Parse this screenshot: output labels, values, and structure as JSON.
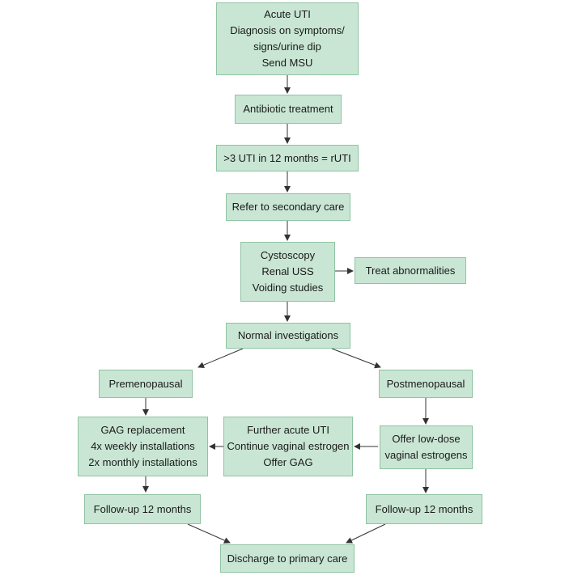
{
  "colors": {
    "box_fill": "#c9e6d4",
    "box_border": "#8fc3a2",
    "arrow": "#333333"
  },
  "nodes": {
    "acute_uti": {
      "lines": [
        "Acute UTI",
        "Diagnosis on symptoms/",
        "signs/urine dip",
        "Send MSU"
      ]
    },
    "antibiotic": {
      "lines": [
        "Antibiotic treatment"
      ]
    },
    "rUTI": {
      "lines": [
        ">3 UTI in 12 months = rUTI"
      ]
    },
    "refer": {
      "lines": [
        "Refer to secondary care"
      ]
    },
    "investigations": {
      "lines": [
        "Cystoscopy",
        "Renal USS",
        "Voiding studies"
      ]
    },
    "treat": {
      "lines": [
        "Treat abnormalities"
      ]
    },
    "normal": {
      "lines": [
        "Normal investigations"
      ]
    },
    "premenopausal": {
      "lines": [
        "Premenopausal"
      ]
    },
    "postmenopausal": {
      "lines": [
        "Postmenopausal"
      ]
    },
    "gag": {
      "lines": [
        "GAG replacement",
        "4x weekly installations",
        "2x monthly installations"
      ]
    },
    "further": {
      "lines": [
        "Further acute UTI",
        "Continue vaginal estrogen",
        "Offer GAG"
      ]
    },
    "estrogen": {
      "lines": [
        "Offer low-dose",
        "vaginal estrogens"
      ]
    },
    "followup_left": {
      "lines": [
        "Follow-up 12 months"
      ]
    },
    "followup_right": {
      "lines": [
        "Follow-up 12 months"
      ]
    },
    "discharge": {
      "lines": [
        "Discharge to primary care"
      ]
    }
  }
}
